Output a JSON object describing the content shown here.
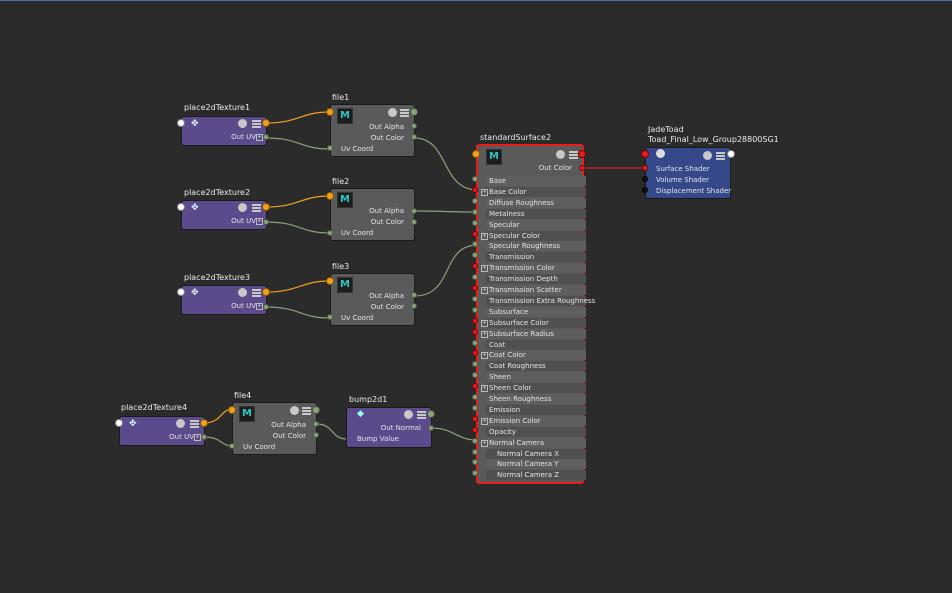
{
  "graph": {
    "place2d": [
      {
        "title": "place2dTexture1",
        "out": "Out UV"
      },
      {
        "title": "place2dTexture2",
        "out": "Out UV"
      },
      {
        "title": "place2dTexture3",
        "out": "Out UV"
      },
      {
        "title": "place2dTexture4",
        "out": "Out UV"
      }
    ],
    "files": [
      {
        "title": "file1",
        "icon": "M",
        "alpha": "Out Alpha",
        "color": "Out Color",
        "uv": "Uv Coord"
      },
      {
        "title": "file2",
        "icon": "M",
        "alpha": "Out Alpha",
        "color": "Out Color",
        "uv": "Uv Coord"
      },
      {
        "title": "file3",
        "icon": "M",
        "alpha": "Out Alpha",
        "color": "Out Color",
        "uv": "Uv Coord"
      },
      {
        "title": "file4",
        "icon": "M",
        "alpha": "Out Alpha",
        "color": "Out Color",
        "uv": "Uv Coord"
      }
    ],
    "bump": {
      "title": "bump2d1",
      "out": "Out Normal",
      "in": "Bump Value"
    },
    "surface": {
      "title": "standardSurface2",
      "icon": "M",
      "out": "Out Color",
      "attrs": [
        "Base",
        "Base Color",
        "Diffuse Roughness",
        "Metalness",
        "Specular",
        "Specular Color",
        "Specular Roughness",
        "Transmission",
        "Transmission Color",
        "Transmission Depth",
        "Transmission Scatter",
        "Transmission Extra Roughness",
        "Subsurface",
        "Subsurface Color",
        "Subsurface Radius",
        "Coat",
        "Coat Color",
        "Coat Roughness",
        "Sheen",
        "Sheen Color",
        "Sheen Roughness",
        "Emission",
        "Emission Color",
        "Opacity",
        "Normal Camera",
        "Normal Camera X",
        "Normal Camera Y",
        "Normal Camera Z"
      ]
    },
    "sg": {
      "title1": "JadeToad",
      "title2": "Toad_Final_Low_Group28800SG1",
      "attrs": [
        "Surface Shader",
        "Volume Shader",
        "Displacement Shader"
      ]
    }
  },
  "colors": {
    "background": "#2b2b2b",
    "place2d": "#5b4a8c",
    "file": "#5a5a5a",
    "sg": "#34488a",
    "selection": "#e81e1e",
    "wire": "#8ca27a",
    "wireOrange": "#f0a020",
    "wireRed": "#d02020"
  }
}
